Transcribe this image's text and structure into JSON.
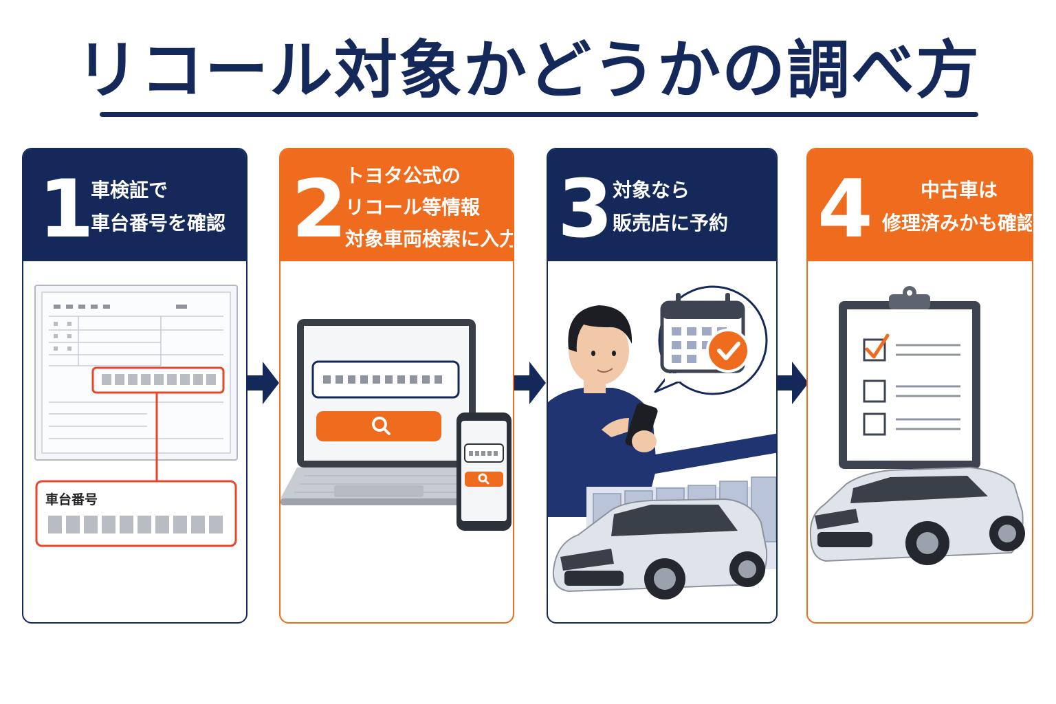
{
  "title": "リコール対象かどうかの調べ方",
  "colors": {
    "navy": "#14285a",
    "orange": "#ef6c1e",
    "red": "#e8442a",
    "gray": "#b9bcc2"
  },
  "steps": [
    {
      "number": "1",
      "lines": [
        "車検証で",
        "車台番号を確認"
      ],
      "plate_label": "車台番号",
      "theme": "navy"
    },
    {
      "number": "2",
      "lines": [
        "トヨタ公式の",
        "リコール等情報",
        "対象車両検索に入力"
      ],
      "theme": "orange"
    },
    {
      "number": "3",
      "lines": [
        "対象なら",
        "販売店に予約"
      ],
      "theme": "navy"
    },
    {
      "number": "4",
      "lines": [
        "中古車は",
        "修理済みかも確認"
      ],
      "theme": "orange"
    }
  ],
  "icons": [
    "search-icon",
    "calendar-icon",
    "checkmark-icon",
    "clipboard-icon",
    "checkbox-icon",
    "smartphone-icon",
    "laptop-icon",
    "car-icon",
    "arrow-right-icon"
  ]
}
